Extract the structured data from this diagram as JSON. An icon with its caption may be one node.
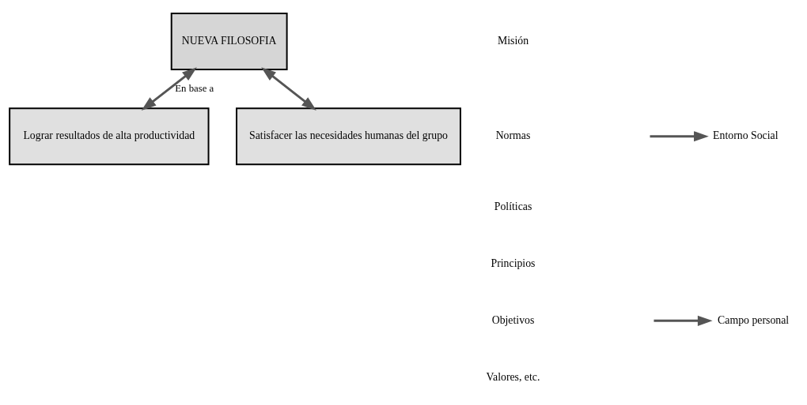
{
  "diagram": {
    "nodes": [
      {
        "text": [
          "NUEVA FILOSOFIA"
        ]
      },
      {
        "text": [
          "Lograr resultados de alta productividad"
        ]
      },
      {
        "text": [
          "Satisfacer las necesidades humanas del grupo"
        ]
      },
      {
        "text": [
          "Entorno Social"
        ]
      },
      {
        "text": [
          "Campo personal"
        ]
      }
    ],
    "edges": [
      {
        "from": 0,
        "to": 1,
        "arrow": "both",
        "label": "En base a"
      },
      {
        "from": 0,
        "to": 2,
        "arrow": "both"
      },
      {
        "from": null,
        "to": 3,
        "arrow": "to"
      },
      {
        "from": null,
        "to": 4,
        "arrow": "to"
      }
    ],
    "labels": [
      "Misión",
      "Normas",
      "Políticas",
      "Principios",
      "Objetivos",
      "Valores, etc."
    ]
  }
}
